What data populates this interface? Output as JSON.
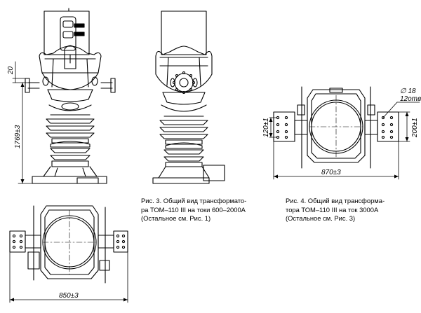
{
  "dimensions": {
    "height_total": "1769±3",
    "cover_offset": "20",
    "width_fig3": "850±3",
    "width_fig4": "870±3",
    "hole_diameter": "∅ 18",
    "hole_count": "12отв.",
    "pitch_small": "120±1",
    "pitch_large": "200±1"
  },
  "captions": {
    "fig3": "Рис. 3. Общий вид трансформато-\nра ТОМ–110 III на токи 600–2000А\n(Остальное см. Рис. 1)",
    "fig4": "Рис. 4. Общий вид трансформа-\nтора ТОМ–110 III на ток 3000А\n(Остальное см. Рис. 3)"
  }
}
